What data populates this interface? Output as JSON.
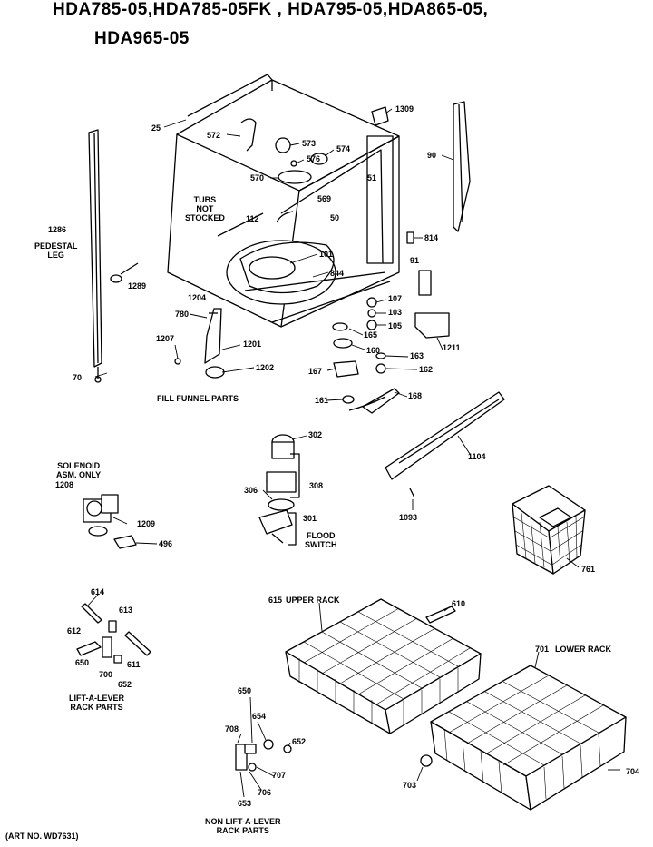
{
  "header": {
    "title_line1": "HDA785-05,HDA785-05FK , HDA795-05,HDA865-05,",
    "title_line2": "HDA965-05"
  },
  "captions": {
    "tubs_not_stocked": [
      "TUBS",
      "NOT",
      "STOCKED"
    ],
    "pedestal_leg": [
      "PEDESTAL",
      "LEG"
    ],
    "fill_funnel": "FILL FUNNEL PARTS",
    "solenoid": [
      "SOLENOID",
      "ASM. ONLY"
    ],
    "flood_switch": [
      "FLOOD",
      "SWITCH"
    ],
    "upper_rack": "UPPER RACK",
    "lower_rack": "LOWER RACK",
    "lift_a_lever": [
      "LIFT-A-LEVER",
      "RACK PARTS"
    ],
    "non_lift_a_lever": [
      "NON LIFT-A-LEVER",
      "RACK PARTS"
    ],
    "art_no": "(ART NO. WD7631)"
  },
  "part_numbers": [
    {
      "id": "p25",
      "text": "25"
    },
    {
      "id": "p572",
      "text": "572"
    },
    {
      "id": "p573",
      "text": "573"
    },
    {
      "id": "p574",
      "text": "574"
    },
    {
      "id": "p576",
      "text": "576"
    },
    {
      "id": "p570",
      "text": "570"
    },
    {
      "id": "p51",
      "text": "51"
    },
    {
      "id": "p569",
      "text": "569"
    },
    {
      "id": "p50",
      "text": "50"
    },
    {
      "id": "p1309",
      "text": "1309"
    },
    {
      "id": "p90",
      "text": "90"
    },
    {
      "id": "p814",
      "text": "814"
    },
    {
      "id": "p112",
      "text": "112"
    },
    {
      "id": "p101",
      "text": "101"
    },
    {
      "id": "p844",
      "text": "844"
    },
    {
      "id": "p1286",
      "text": "1286"
    },
    {
      "id": "p1289",
      "text": "1289"
    },
    {
      "id": "p70",
      "text": "70"
    },
    {
      "id": "p1204",
      "text": "1204"
    },
    {
      "id": "p780",
      "text": "780"
    },
    {
      "id": "p1207",
      "text": "1207"
    },
    {
      "id": "p1201",
      "text": "1201"
    },
    {
      "id": "p1202",
      "text": "1202"
    },
    {
      "id": "p91",
      "text": "91"
    },
    {
      "id": "p107",
      "text": "107"
    },
    {
      "id": "p103",
      "text": "103"
    },
    {
      "id": "p105",
      "text": "105"
    },
    {
      "id": "p1211",
      "text": "1211"
    },
    {
      "id": "p165",
      "text": "165"
    },
    {
      "id": "p160",
      "text": "160"
    },
    {
      "id": "p163",
      "text": "163"
    },
    {
      "id": "p167",
      "text": "167"
    },
    {
      "id": "p162",
      "text": "162"
    },
    {
      "id": "p161",
      "text": "161"
    },
    {
      "id": "p168",
      "text": "168"
    },
    {
      "id": "p302",
      "text": "302"
    },
    {
      "id": "p1104",
      "text": "1104"
    },
    {
      "id": "p1208",
      "text": "1208"
    },
    {
      "id": "p306",
      "text": "306"
    },
    {
      "id": "p308",
      "text": "308"
    },
    {
      "id": "p301",
      "text": "301"
    },
    {
      "id": "p1209",
      "text": "1209"
    },
    {
      "id": "p496",
      "text": "496"
    },
    {
      "id": "p1093",
      "text": "1093"
    },
    {
      "id": "p761",
      "text": "761"
    },
    {
      "id": "p614",
      "text": "614"
    },
    {
      "id": "p613",
      "text": "613"
    },
    {
      "id": "p612",
      "text": "612"
    },
    {
      "id": "p650a",
      "text": "650"
    },
    {
      "id": "p700",
      "text": "700"
    },
    {
      "id": "p611",
      "text": "611"
    },
    {
      "id": "p652a",
      "text": "652"
    },
    {
      "id": "p615",
      "text": "615"
    },
    {
      "id": "p610",
      "text": "610"
    },
    {
      "id": "p701",
      "text": "701"
    },
    {
      "id": "p650b",
      "text": "650"
    },
    {
      "id": "p654",
      "text": "654"
    },
    {
      "id": "p708",
      "text": "708"
    },
    {
      "id": "p652b",
      "text": "652"
    },
    {
      "id": "p707",
      "text": "707"
    },
    {
      "id": "p706",
      "text": "706"
    },
    {
      "id": "p653",
      "text": "653"
    },
    {
      "id": "p703",
      "text": "703"
    },
    {
      "id": "p704",
      "text": "704"
    }
  ]
}
